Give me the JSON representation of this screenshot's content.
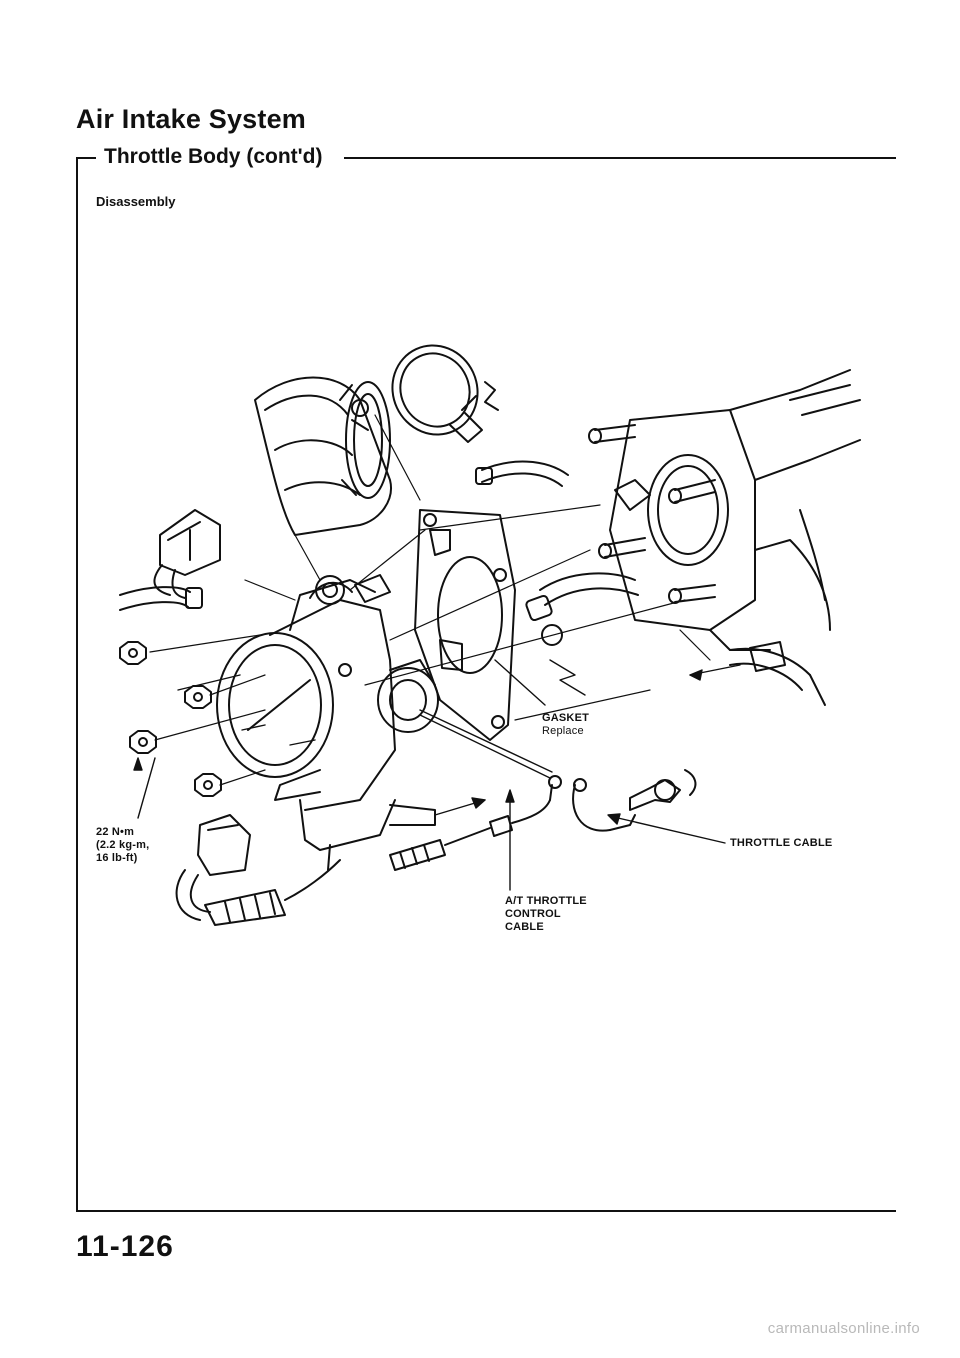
{
  "header": {
    "section_title": "Air Intake System",
    "subsection_title": "Throttle Body (cont'd)"
  },
  "procedure": {
    "label": "Disassembly"
  },
  "callouts": {
    "gasket": {
      "name": "GASKET",
      "note": "Replace"
    },
    "torque": {
      "line1": "22 N•m",
      "line2": "(2.2 kg-m,",
      "line3": "16 lb-ft)"
    },
    "throttle_cable": {
      "name": "THROTTLE CABLE"
    },
    "at_cable": {
      "line1": "A/T THROTTLE",
      "line2": "CONTROL",
      "line3": "CABLE"
    }
  },
  "footer": {
    "page_number": "11-126",
    "watermark": "carmanualsonline.info"
  }
}
